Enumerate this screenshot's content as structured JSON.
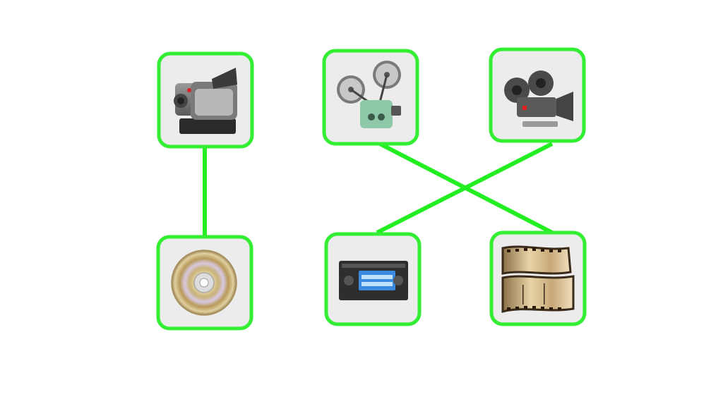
{
  "diagram": {
    "colors": {
      "connector": "#22ee22",
      "tile_border": "#33ee33",
      "tile_fill": "#ececec",
      "background": "#ffffff"
    },
    "nodes": [
      {
        "id": "camcorder",
        "icon": "camcorder-icon"
      },
      {
        "id": "film-projector",
        "icon": "film-projector-icon"
      },
      {
        "id": "movie-camera",
        "icon": "movie-camera-icon"
      },
      {
        "id": "dvd",
        "icon": "optical-disc-icon"
      },
      {
        "id": "vhs-tape",
        "icon": "videocassette-icon"
      },
      {
        "id": "film-strip",
        "icon": "film-strip-icon"
      }
    ],
    "links": [
      {
        "from": "camcorder",
        "to": "dvd"
      },
      {
        "from": "film-projector",
        "to": "film-strip"
      },
      {
        "from": "movie-camera",
        "to": "vhs-tape"
      }
    ]
  }
}
